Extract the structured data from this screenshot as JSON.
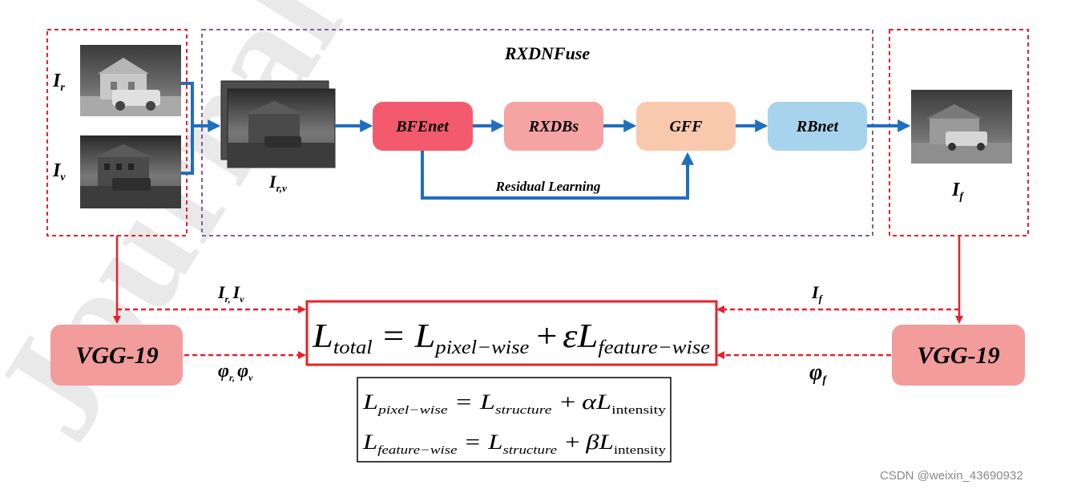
{
  "title": "RXDNFuse",
  "inputs": {
    "infrared_label": "I",
    "infrared_sub": "r",
    "visible_label": "I",
    "visible_sub": "v",
    "stacked_label": "I",
    "stacked_sub": "r,v"
  },
  "output": {
    "label": "I",
    "sub": "f"
  },
  "modules": {
    "bfenet": "BFEnet",
    "rxdbs": "RXDBs",
    "gff": "GFF",
    "rbnet": "RBnet"
  },
  "residual_label": "Residual Learning",
  "vgg_left": "VGG-19",
  "vgg_right": "VGG-19",
  "arrows": {
    "left_top": {
      "a": "I",
      "a_sub": "r,",
      "b": "I",
      "b_sub": "v"
    },
    "left_bottom": {
      "a": "φ",
      "a_sub": "r,",
      "b": "φ",
      "b_sub": "v"
    },
    "right_top": {
      "a": "I",
      "a_sub": "f"
    },
    "right_bottom": {
      "a": "φ",
      "a_sub": "f"
    }
  },
  "main_loss": {
    "L": "L",
    "total": "total",
    "eq": "=",
    "pixel": "pixel−wise",
    "plus": "+",
    "eps": "ε",
    "feature": "feature−wise"
  },
  "sub_loss": {
    "row1": {
      "lhs": "pixel−wise",
      "t1": "structure",
      "coef": "α",
      "t2": "intensity"
    },
    "row2": {
      "lhs": "feature−wise",
      "t1": "structure",
      "coef": "β",
      "t2": "intensity"
    }
  },
  "background_watermark": "Journal",
  "watermark": "CSDN @weixin_43690932",
  "colors": {
    "red_dash": "#e8202a",
    "purple_dash": "#7b5ea7",
    "blue_arrow": "#1f6fbf",
    "bfenet": "#f45a6d",
    "rxdbs": "#f6a3a3",
    "gff": "#f9c9ad",
    "rbnet": "#a8d3ec",
    "vgg": "#f29c9c"
  }
}
